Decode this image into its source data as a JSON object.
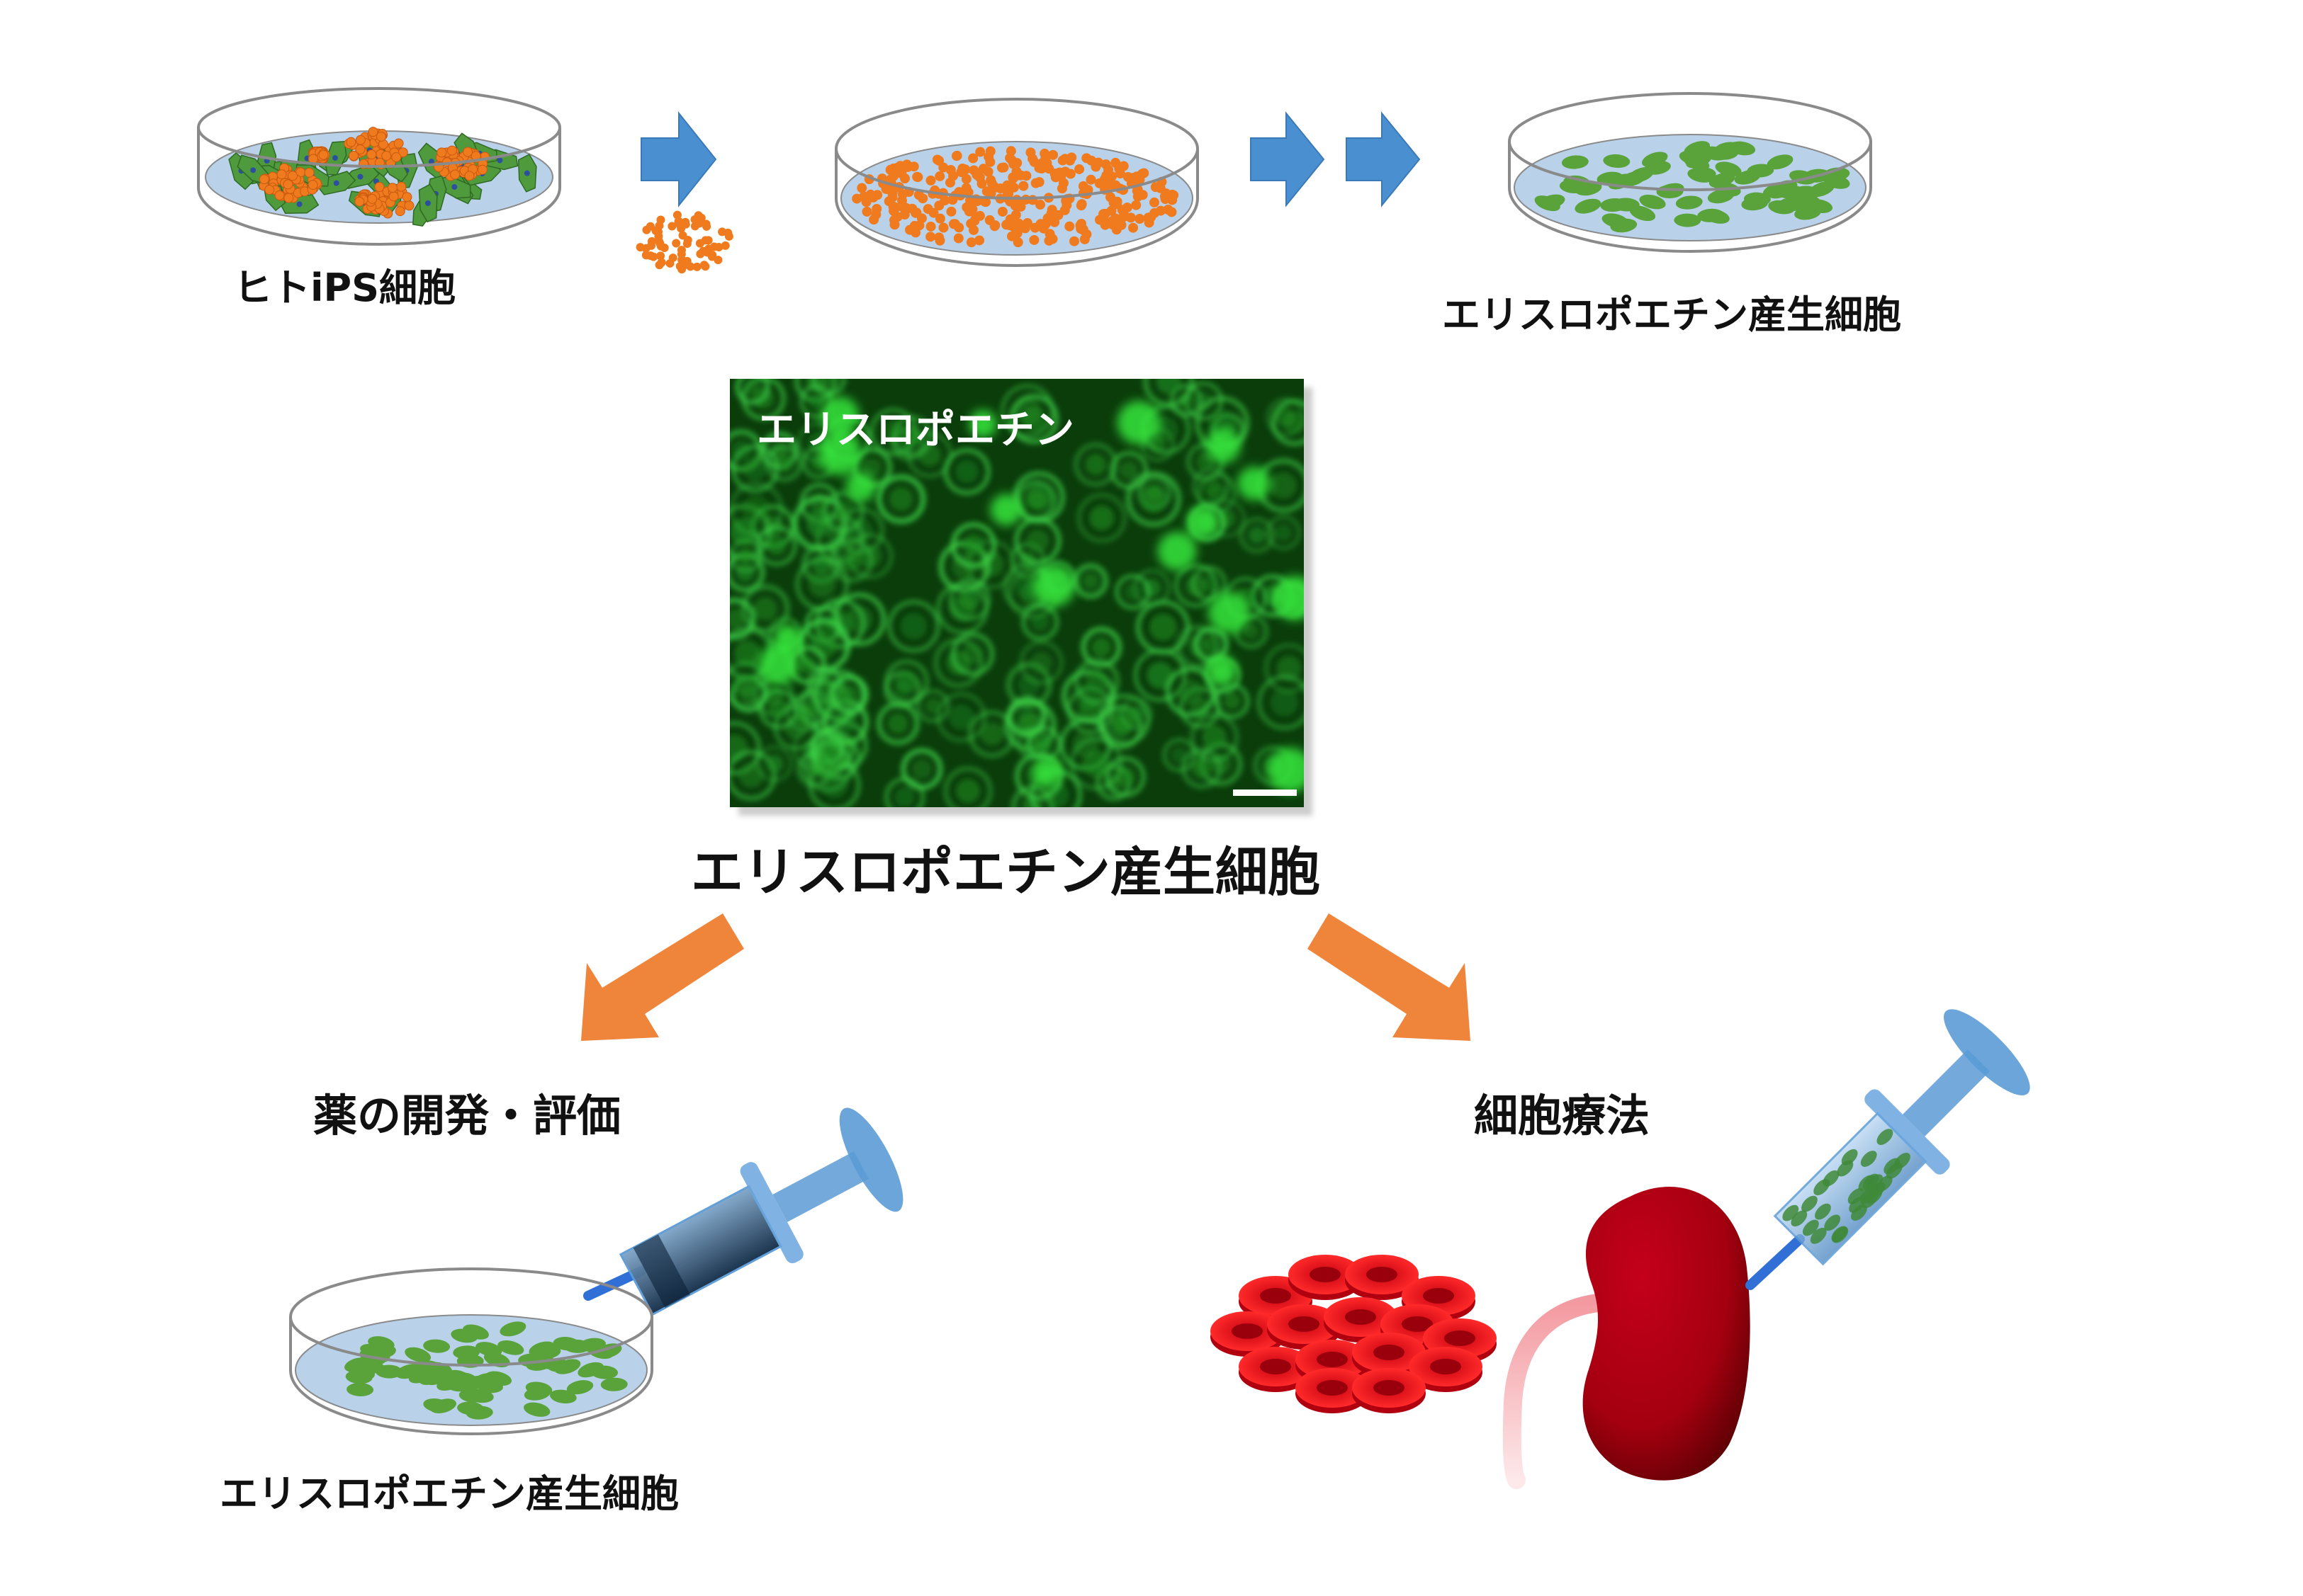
{
  "labels": {
    "ips_cells": "ヒトiPS細胞",
    "epo_cells_top": "エリスロポエチン産生細胞",
    "micro_stain": "エリスロポエチン",
    "epo_cells_main": "エリスロポエチン産生細胞",
    "drug_dev": "薬の開発・評価",
    "cell_therapy": "細胞療法",
    "epo_cells_bottom": "エリスロポエチン産生細胞"
  },
  "colors": {
    "dish_rim": "#8a8a8a",
    "dish_fill": "#b9d2ea",
    "ips_colony": "#f07a1e",
    "feeder_cell": "#4f9a3c",
    "epo_cell": "#5aa33a",
    "flow_arrow": "#4a8fd0",
    "branch_arrow": "#ee7a2a",
    "micro_bg": "#0b3d0b",
    "micro_glow": "#35e63c",
    "rbc": "#e0141c",
    "kidney": "#a8000e",
    "syringe": "#5b9bd5"
  },
  "icons": [
    "petri-dish-icon",
    "arrow-right-icon",
    "arrow-down-left-icon",
    "arrow-down-right-icon",
    "syringe-icon",
    "kidney-icon",
    "red-blood-cells-icon",
    "fluorescence-micrograph",
    "scale-bar-icon"
  ]
}
